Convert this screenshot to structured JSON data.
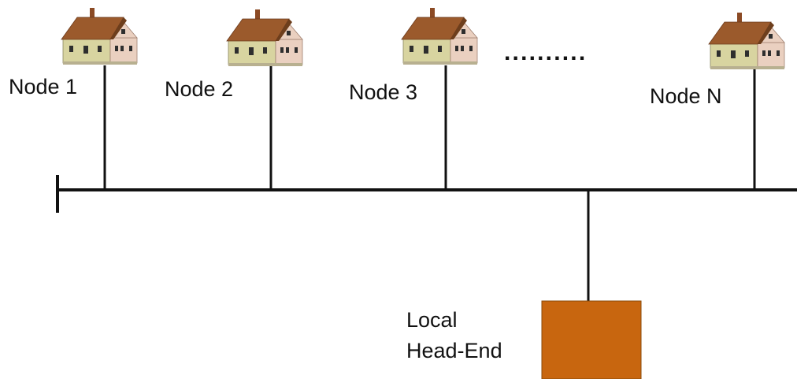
{
  "nodes": [
    {
      "label": "Node 1"
    },
    {
      "label": "Node 2"
    },
    {
      "label": "Node 3"
    },
    {
      "label": "Node N"
    }
  ],
  "ellipsis": "..........",
  "head_end": {
    "line1": "Local",
    "line2": "Head-End"
  },
  "colors": {
    "line": "#111111",
    "head_end_box": "#c8660f",
    "roof": "#9b5a2c",
    "wall_side": "#d8d4a0",
    "wall_front": "#ead0c0",
    "window": "#2e2e2e",
    "chimney": "#8b4a24"
  },
  "icons": {
    "house": "house-icon",
    "head_end": "head-end-box"
  }
}
